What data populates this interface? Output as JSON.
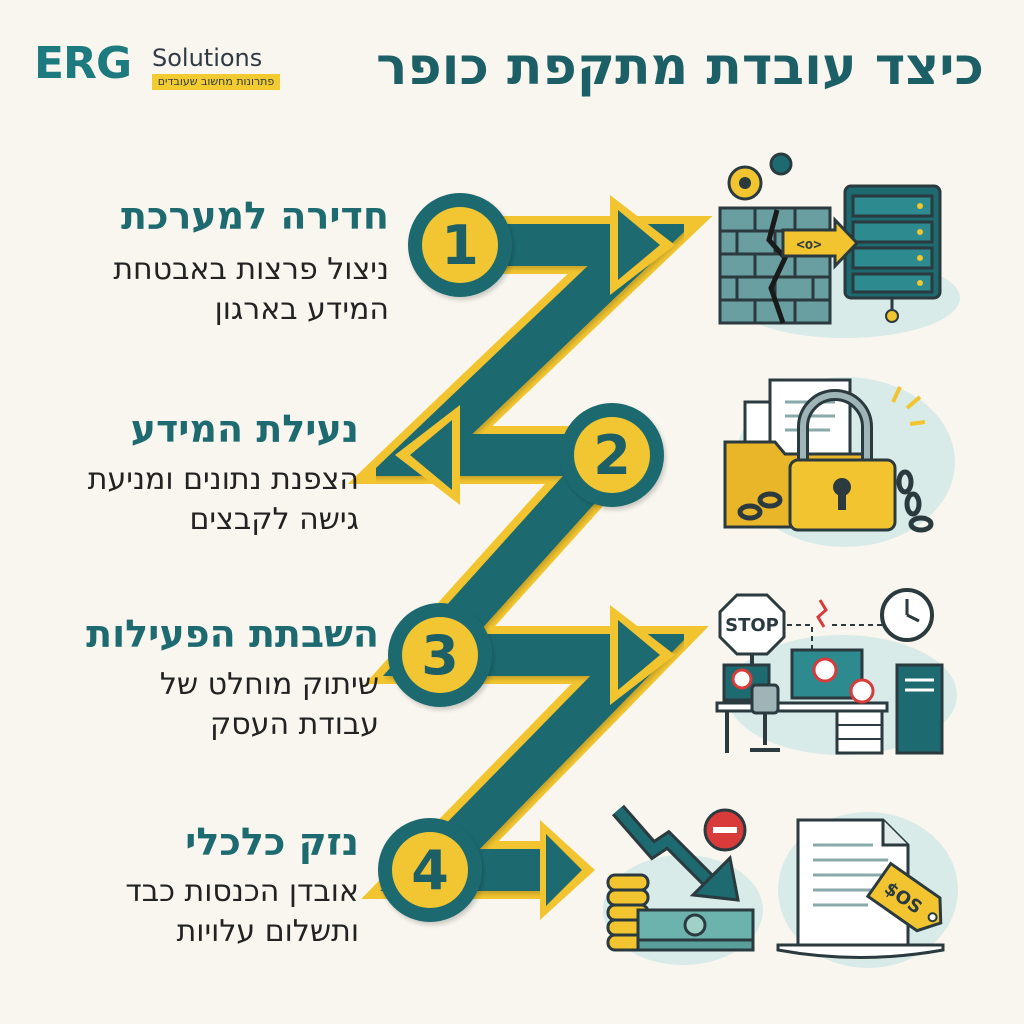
{
  "logo": {
    "brand": "ERG",
    "brand_suffix": "Solutions",
    "tagline": "פתרונות מחשוב שעובדים"
  },
  "title": "כיצד עובדת מתקפת כופר",
  "steps": [
    {
      "number": "1",
      "title": "חדירה למערכת",
      "description": "ניצול פרצות באבטחת\nהמידע בארגון",
      "icon": "firewall-breach-server-icon"
    },
    {
      "number": "2",
      "title": "נעילת המידע",
      "description": "הצפנת נתונים ומניעת\nגישה לקבצים",
      "icon": "locked-folder-icon"
    },
    {
      "number": "3",
      "title": "השבתת הפעילות",
      "description": "שיתוק מוחלט של\nעבודת העסק",
      "icon": "stopped-office-icon"
    },
    {
      "number": "4",
      "title": "נזק כלכלי",
      "description": "אובדן הכנסות כבד\nותשלום עלויות",
      "icon": "financial-loss-icon"
    }
  ],
  "illustration_labels": {
    "stop_sign": "STOP",
    "price_tag": "$OS",
    "code_tag": "<o>"
  },
  "colors": {
    "teal": "#1d6a70",
    "teal_dark": "#1d5f66",
    "yellow": "#f2c530",
    "background": "#f8f6ee"
  }
}
